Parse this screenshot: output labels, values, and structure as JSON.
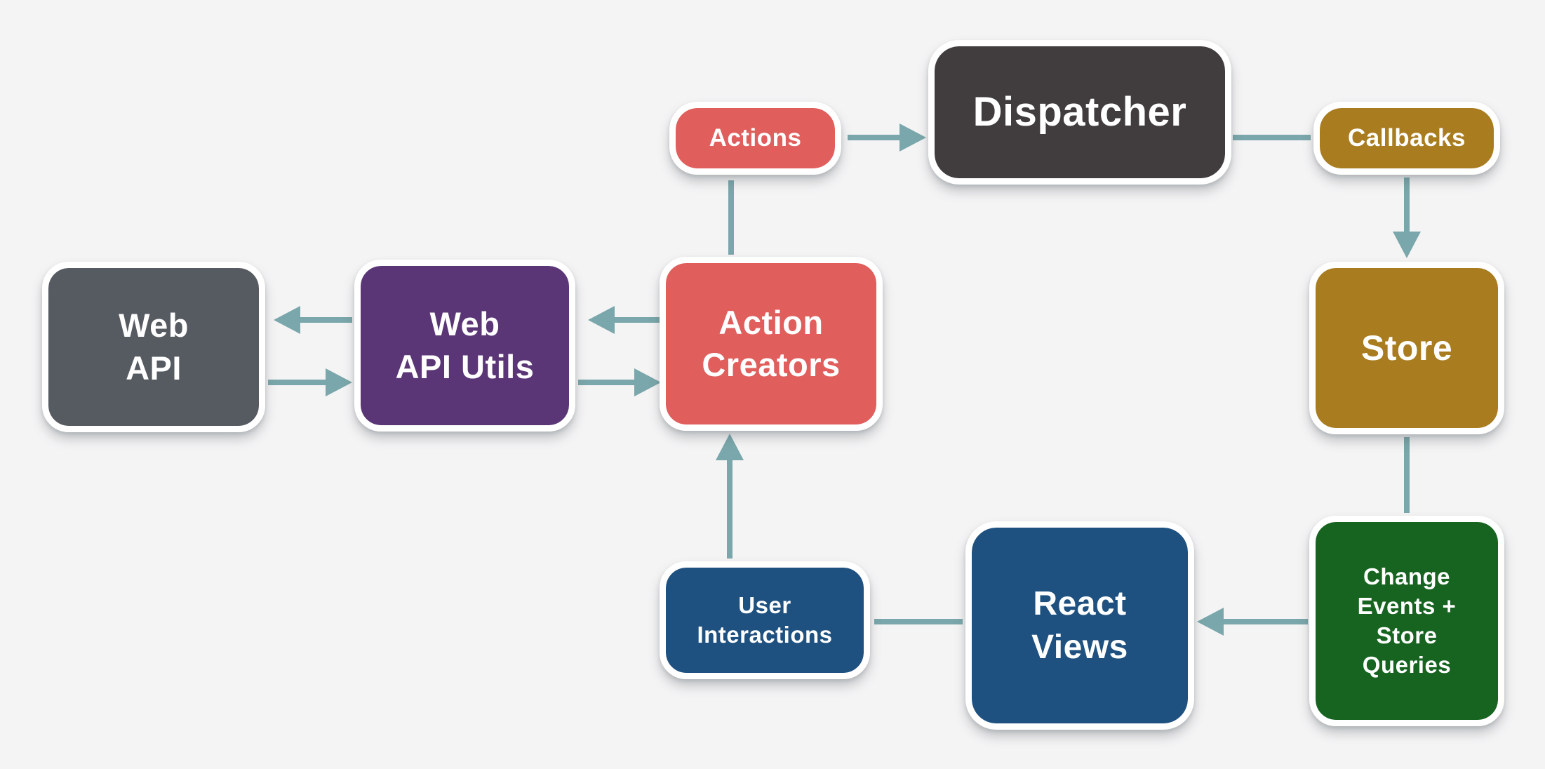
{
  "diagram": {
    "kind": "flux-architecture-flow",
    "background": "#f5f4f5"
  },
  "colors": {
    "background": "#f5f4f5",
    "arrow": "#7aa7ab",
    "node_border": "#ffffff",
    "label_text": "#ffffff",
    "coral": "#e05e5c",
    "charcoal": "#413d3e",
    "gold": "#a97c20",
    "green": "#176421",
    "blue": "#1f5180",
    "purple": "#5b3677",
    "slate": "#565a61"
  },
  "nodes": {
    "web_api": {
      "label": "Web\nAPI",
      "color": "#565a61"
    },
    "web_api_utils": {
      "label": "Web\nAPI Utils",
      "color": "#5b3677"
    },
    "action_creators": {
      "label": "Action\nCreators",
      "color": "#e05e5c"
    },
    "actions": {
      "label": "Actions",
      "color": "#e05e5c"
    },
    "dispatcher": {
      "label": "Dispatcher",
      "color": "#413d3e"
    },
    "callbacks": {
      "label": "Callbacks",
      "color": "#a97c20"
    },
    "store": {
      "label": "Store",
      "color": "#a97c20"
    },
    "change_events": {
      "label": "Change\nEvents +\nStore\nQueries",
      "color": "#176421"
    },
    "react_views": {
      "label": "React\nViews",
      "color": "#1f5180"
    },
    "user_interactions": {
      "label": "User\nInteractions",
      "color": "#1f5180"
    }
  },
  "edges": [
    {
      "from": "actions",
      "to": "dispatcher",
      "arrowhead": true
    },
    {
      "from": "action_creators",
      "to": "actions",
      "arrowhead": false
    },
    {
      "from": "dispatcher",
      "to": "callbacks",
      "arrowhead": false
    },
    {
      "from": "callbacks",
      "to": "store",
      "arrowhead": true
    },
    {
      "from": "store",
      "to": "change_events",
      "arrowhead": false
    },
    {
      "from": "change_events",
      "to": "react_views",
      "arrowhead": true
    },
    {
      "from": "react_views",
      "to": "user_interactions",
      "arrowhead": false
    },
    {
      "from": "user_interactions",
      "to": "action_creators",
      "arrowhead": true
    },
    {
      "from": "action_creators",
      "to": "web_api_utils",
      "arrowhead": true
    },
    {
      "from": "web_api_utils",
      "to": "action_creators",
      "arrowhead": true
    },
    {
      "from": "web_api_utils",
      "to": "web_api",
      "arrowhead": true
    },
    {
      "from": "web_api",
      "to": "web_api_utils",
      "arrowhead": true
    }
  ]
}
